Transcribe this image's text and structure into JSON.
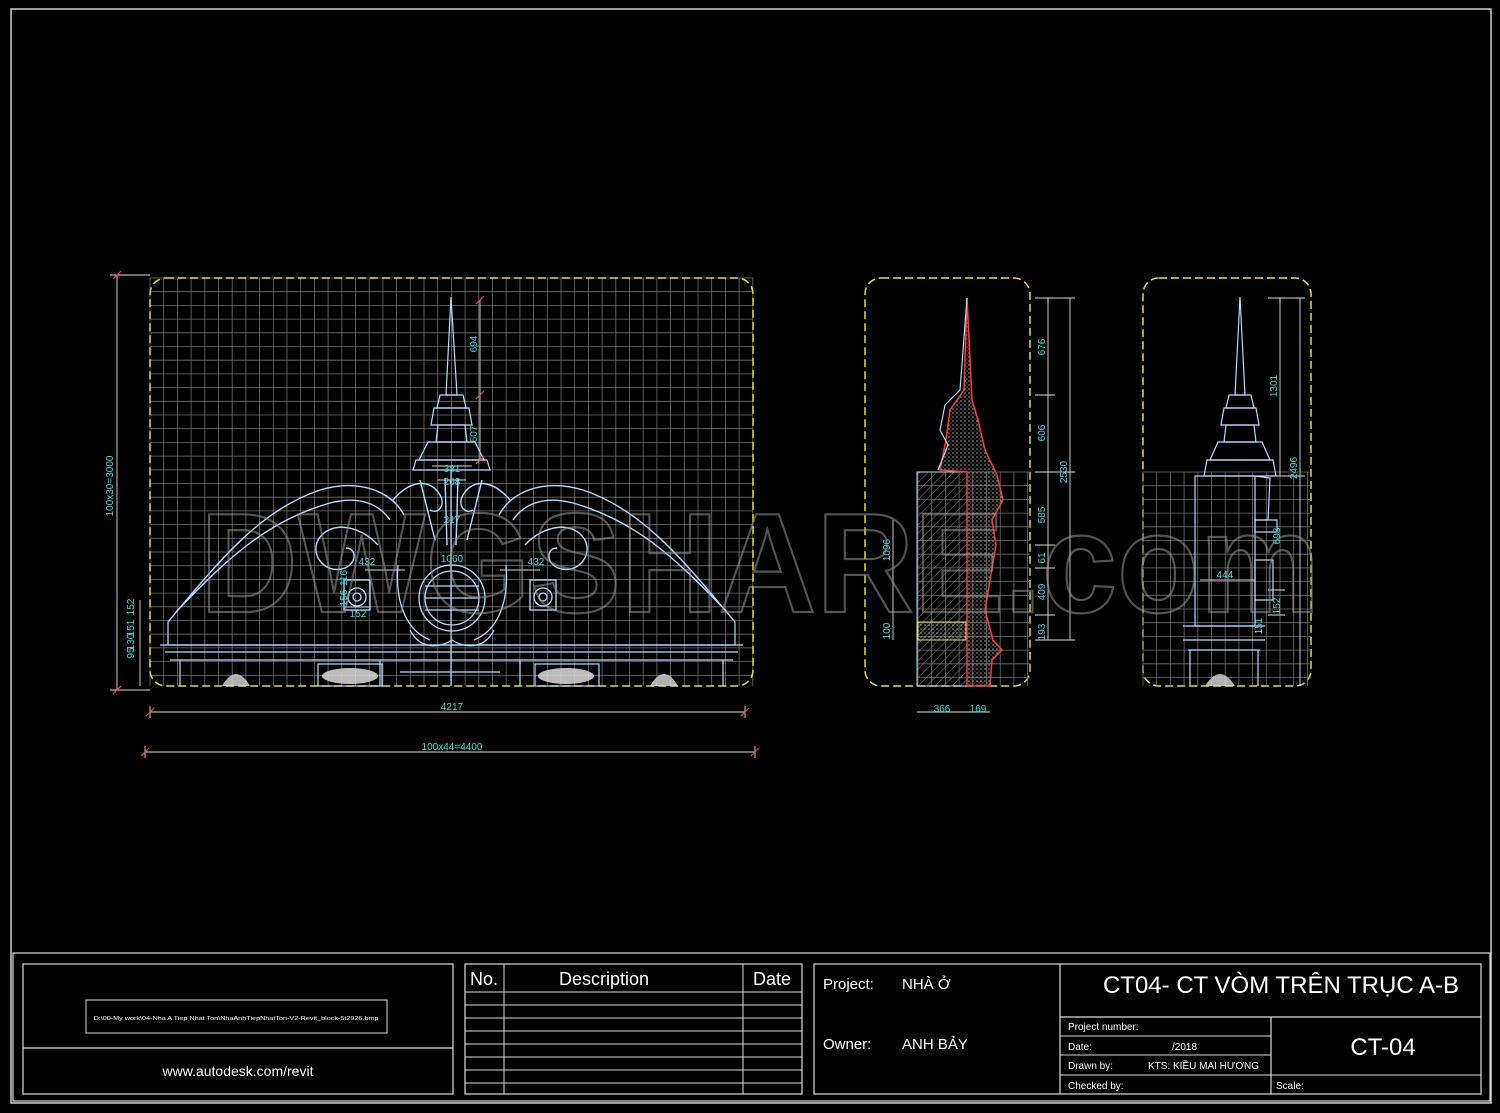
{
  "watermark": "DWGSHARE.com",
  "front_elevation": {
    "dims": {
      "height_total": "100x30=3000",
      "spire": "694",
      "spire_mid": "607",
      "d381": "381",
      "d208": "208",
      "d217": "217",
      "d432_left": "432",
      "d432_right": "432",
      "d1060": "1060",
      "d116": "116",
      "d156": "156",
      "d152_small": "152",
      "left_152": "152",
      "left_151": "151",
      "left_95": "95",
      "left_130": "130",
      "width_4217": "4217",
      "width_total": "100x44=4400"
    }
  },
  "side_section": {
    "dims": {
      "d676": "676",
      "d606": "606",
      "d2530": "2530",
      "d585": "585",
      "d61": "61",
      "d409": "409",
      "d193": "193",
      "d1096": "1096",
      "d100": "100",
      "d366": "366",
      "d169": "169"
    }
  },
  "side_elevation": {
    "dims": {
      "d1301": "1301",
      "d2496": "2496",
      "d693": "693",
      "d444": "444",
      "d152": "152",
      "d151": "151"
    }
  },
  "title_block": {
    "file_path": "D:\\00-My work\\04-Nha A Tiep Nhat Ton\\NhaAnhTiepNhatTon-V2-Revit_block-5t2926.bmp",
    "website": "www.autodesk.com/revit",
    "revision_headers": {
      "no": "No.",
      "description": "Description",
      "date": "Date"
    },
    "project_label": "Project:",
    "project_value": "NHÀ Ở",
    "owner_label": "Owner:",
    "owner_value": "ANH BẢY",
    "sheet_title": "CT04- CT VÒM TRÊN TRỤC A-B",
    "project_number_label": "Project number:",
    "date_label": "Date:",
    "date_value": "/2018",
    "drawn_by_label": "Drawn by:",
    "drawn_by_value": "KTS: KIỀU MAI HƯƠNG",
    "checked_by_label": "Checked by:",
    "sheet_number": "CT-04",
    "scale_label": "Scale:"
  },
  "colors": {
    "background": "#000000",
    "linework": "#b8dcff",
    "dimension": "#33e0e0",
    "grid": "#7d7d7d",
    "boundary": "#e6e033",
    "section_cut": "#ff3b3b"
  }
}
